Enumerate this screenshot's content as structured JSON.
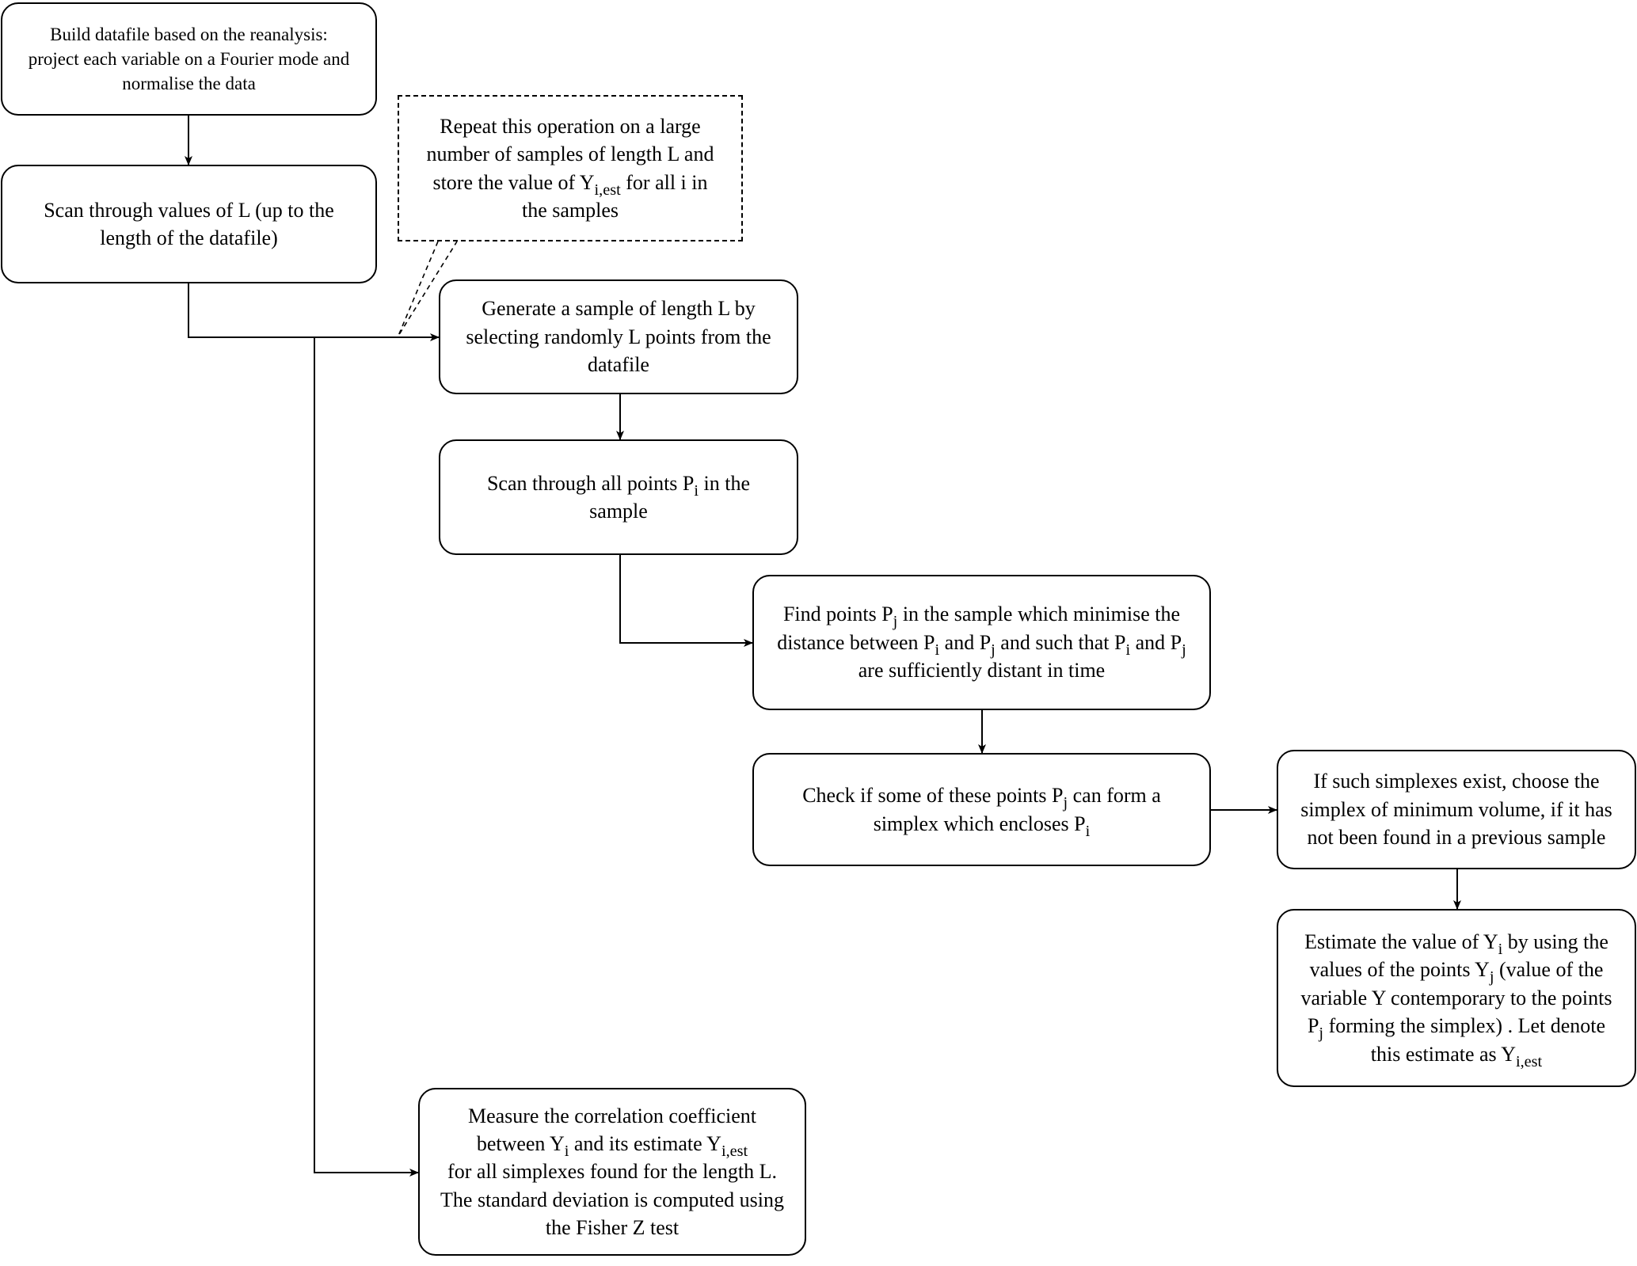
{
  "nodes": [
    {
      "id": "build-datafile",
      "lines": [
        [
          {
            "t": "Build datafile based on the reanalysis:"
          }
        ],
        [
          {
            "t": "project each variable on a Fourier mode and"
          }
        ],
        [
          {
            "t": "normalise the data"
          }
        ]
      ]
    },
    {
      "id": "scan-L",
      "lines": [
        [
          {
            "t": "Scan through values of L (up to the"
          }
        ],
        [
          {
            "t": "length of the datafile)"
          }
        ]
      ]
    },
    {
      "id": "repeat-note",
      "lines": [
        [
          {
            "t": "Repeat this operation on a large"
          }
        ],
        [
          {
            "t": "number of samples of length L and"
          }
        ],
        [
          {
            "t": "store the value of  Y"
          },
          {
            "t": "i,est",
            "sub": true
          },
          {
            "t": " for all i in"
          }
        ],
        [
          {
            "t": "the samples"
          }
        ]
      ]
    },
    {
      "id": "generate-sample",
      "lines": [
        [
          {
            "t": "Generate a sample of length L by"
          }
        ],
        [
          {
            "t": "selecting randomly L points from the"
          }
        ],
        [
          {
            "t": "datafile"
          }
        ]
      ]
    },
    {
      "id": "scan-points",
      "lines": [
        [
          {
            "t": "Scan through all points P"
          },
          {
            "t": "i",
            "sub": true
          },
          {
            "t": " in the"
          }
        ],
        [
          {
            "t": "sample"
          }
        ]
      ]
    },
    {
      "id": "find-points",
      "lines": [
        [
          {
            "t": "Find points P"
          },
          {
            "t": "j",
            "sub": true
          },
          {
            "t": " in the sample which minimise the"
          }
        ],
        [
          {
            "t": "distance between P"
          },
          {
            "t": "i",
            "sub": true
          },
          {
            "t": " and P"
          },
          {
            "t": "j",
            "sub": true
          },
          {
            "t": " and such that P"
          },
          {
            "t": "i",
            "sub": true
          },
          {
            "t": " and P"
          },
          {
            "t": "j",
            "sub": true
          }
        ],
        [
          {
            "t": "are sufficiently distant in time"
          }
        ]
      ]
    },
    {
      "id": "check-simplex",
      "lines": [
        [
          {
            "t": "Check if some of these points P"
          },
          {
            "t": "j",
            "sub": true
          },
          {
            "t": " can form a"
          }
        ],
        [
          {
            "t": "simplex which encloses P"
          },
          {
            "t": "i",
            "sub": true
          }
        ]
      ]
    },
    {
      "id": "choose-simplex",
      "lines": [
        [
          {
            "t": "If such simplexes exist, choose the"
          }
        ],
        [
          {
            "t": "simplex of minimum volume, if it has"
          }
        ],
        [
          {
            "t": "not been found in a previous sample"
          }
        ]
      ]
    },
    {
      "id": "estimate-value",
      "lines": [
        [
          {
            "t": "Estimate the value of Y"
          },
          {
            "t": "i",
            "sub": true
          },
          {
            "t": " by using the"
          }
        ],
        [
          {
            "t": "values of the points Y"
          },
          {
            "t": "j",
            "sub": true
          },
          {
            "t": " (value of the"
          }
        ],
        [
          {
            "t": "variable Y contemporary to the points"
          }
        ],
        [
          {
            "t": "P"
          },
          {
            "t": "j",
            "sub": true
          },
          {
            "t": " forming the simplex) . Let denote"
          }
        ],
        [
          {
            "t": "this estimate as Y"
          },
          {
            "t": "i,est",
            "sub": true
          }
        ]
      ]
    },
    {
      "id": "measure-correlation",
      "lines": [
        [
          {
            "t": "Measure the correlation coefficient"
          }
        ],
        [
          {
            "t": "between Y"
          },
          {
            "t": "i",
            "sub": true
          },
          {
            "t": " and its estimate  Y"
          },
          {
            "t": "i,est",
            "sub": true
          }
        ],
        [
          {
            "t": "for all simplexes found for the length L."
          }
        ],
        [
          {
            "t": "The standard deviation is computed using"
          }
        ],
        [
          {
            "t": "the Fisher Z test"
          }
        ]
      ]
    }
  ]
}
